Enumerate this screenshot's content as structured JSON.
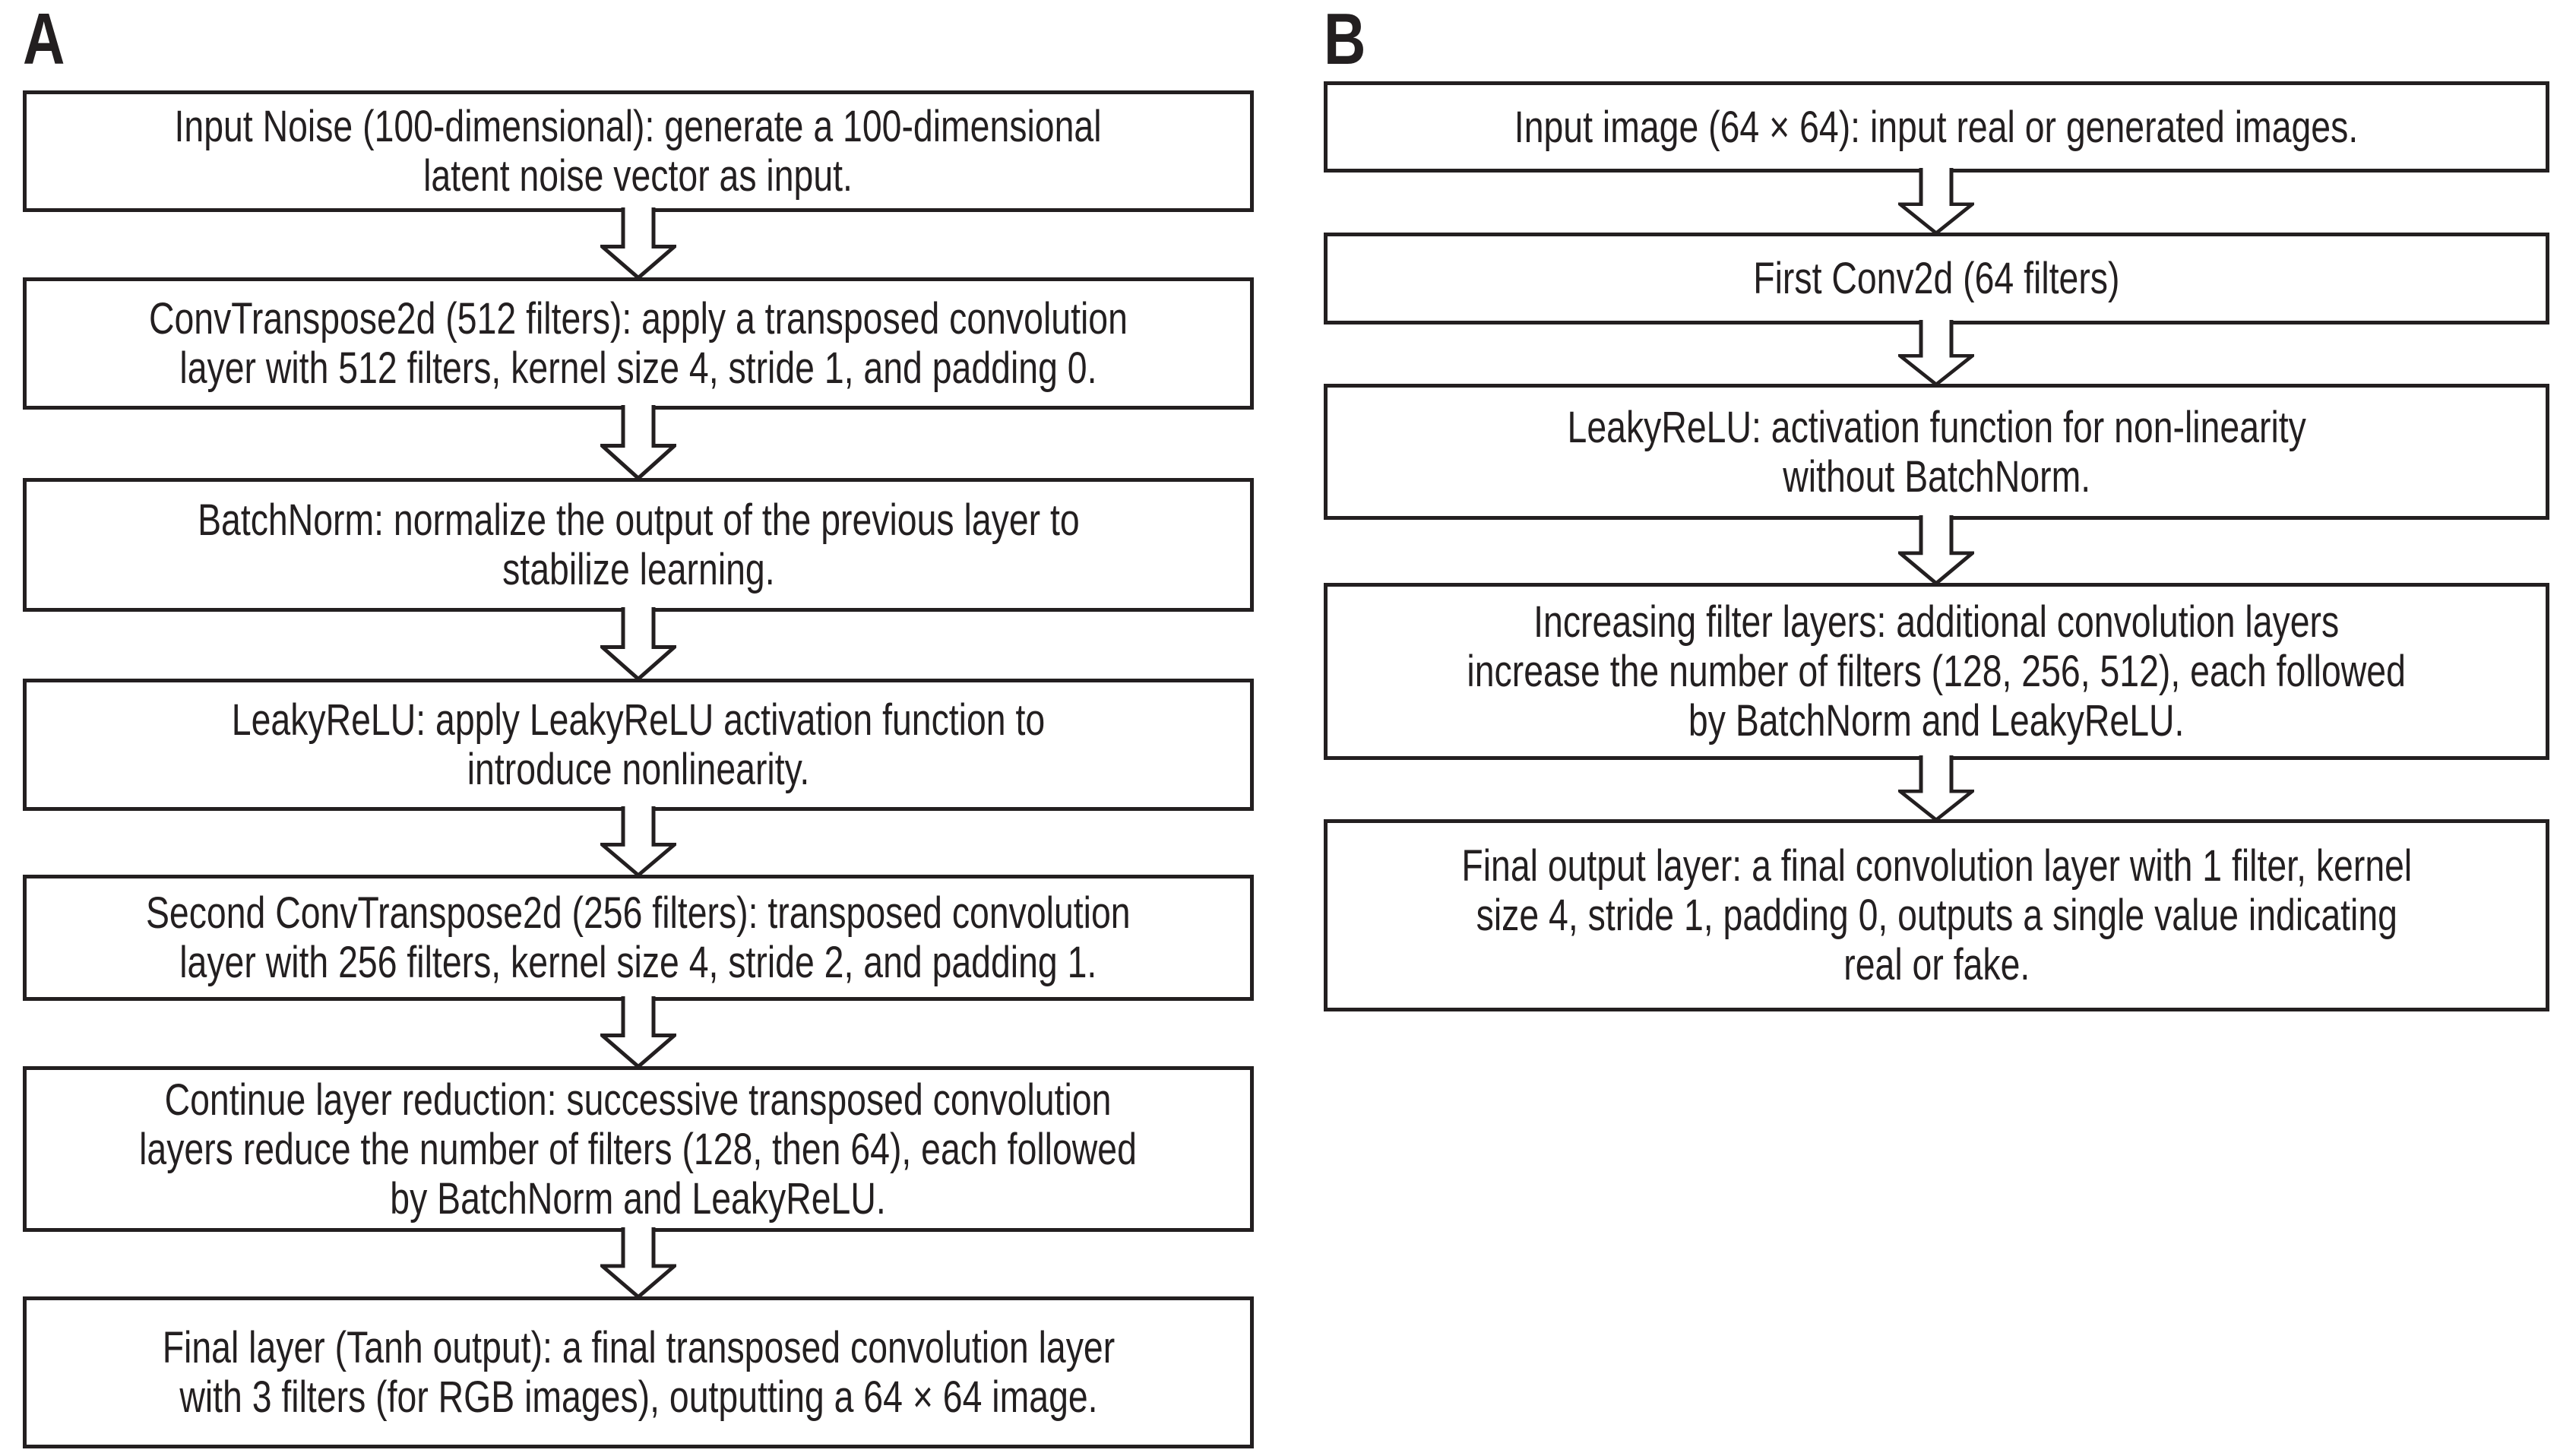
{
  "figure_type": "flowchart",
  "colors": {
    "ink": "#231f20",
    "background": "#ffffff"
  },
  "panels": [
    {
      "label": "A",
      "boxes": [
        {
          "lines": [
            "Input Noise (100-dimensional): generate a 100-dimensional",
            "latent noise vector as input."
          ]
        },
        {
          "lines": [
            "ConvTranspose2d (512 filters): apply a transposed convolution",
            "layer with 512 filters, kernel size 4, stride 1, and padding 0."
          ]
        },
        {
          "lines": [
            "BatchNorm: normalize the output of the previous layer to",
            "stabilize learning."
          ]
        },
        {
          "lines": [
            "LeakyReLU: apply LeakyReLU activation function to",
            "introduce nonlinearity."
          ]
        },
        {
          "lines": [
            "Second ConvTranspose2d (256 filters): transposed convolution",
            "layer with 256 filters, kernel size 4, stride 2, and padding 1."
          ]
        },
        {
          "lines": [
            "Continue layer reduction: successive transposed convolution",
            "layers reduce the number of filters (128, then 64), each followed",
            "by BatchNorm and LeakyReLU."
          ]
        },
        {
          "lines": [
            "Final layer (Tanh output): a final transposed convolution layer",
            "with 3 filters (for RGB images), outputting a 64 × 64 image."
          ]
        }
      ]
    },
    {
      "label": "B",
      "boxes": [
        {
          "lines": [
            "Input image (64 × 64): input real or generated images."
          ]
        },
        {
          "lines": [
            "First Conv2d (64 filters)"
          ]
        },
        {
          "lines": [
            "LeakyReLU: activation function for non-linearity",
            "without BatchNorm."
          ]
        },
        {
          "lines": [
            "Increasing filter layers: additional convolution layers",
            "increase the number of filters (128, 256, 512), each followed",
            "by BatchNorm and LeakyReLU."
          ]
        },
        {
          "lines": [
            "Final output layer: a final convolution layer with 1 filter, kernel",
            "size 4, stride 1, padding 0, outputs a single value indicating",
            "real or fake."
          ]
        }
      ]
    }
  ]
}
